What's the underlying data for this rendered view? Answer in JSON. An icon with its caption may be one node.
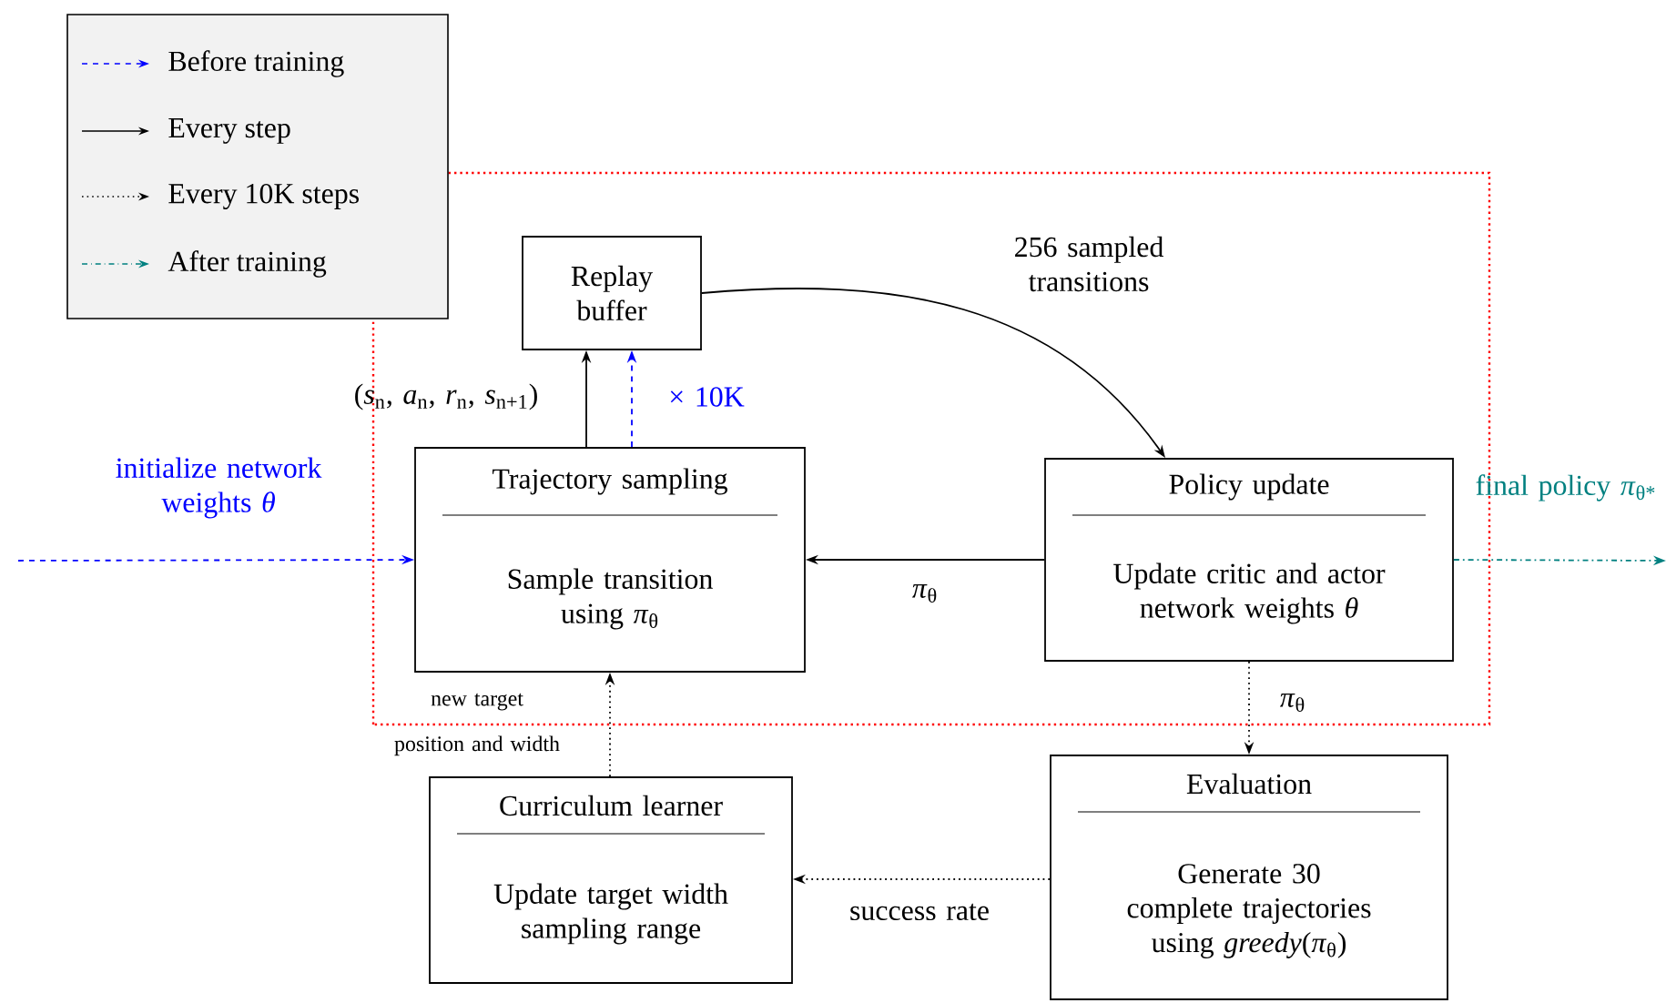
{
  "diagram": {
    "nodes": [
      {
        "text": [
          "Replay buffer"
        ]
      },
      {
        "text": [
          "Trajectory sampling",
          "Sample transition using *π*$_{θ}$"
        ]
      },
      {
        "text": [
          "Policy update",
          "Update critic and actor network weights *θ*"
        ]
      },
      {
        "text": [
          "Evaluation",
          "Generate 30 complete trajectories using *greedy*(*π*$_{θ}$)"
        ]
      },
      {
        "text": [
          "Curriculum learner",
          "Update target width sampling range"
        ]
      }
    ],
    "edges": [
      {
        "from": null,
        "to": 1,
        "arrow": "to",
        "label": "initialize network weights *θ*",
        "style": "dashed",
        "color": "#0000ff"
      },
      {
        "from": 1,
        "to": 0,
        "arrow": "to",
        "label": "(*s*$_{n}$, *a*$_{n}$, *r*$_{n}$, *s*$_{n+1}$)"
      },
      {
        "from": 1,
        "to": 0,
        "arrow": "to",
        "label": "× 10K",
        "style": "dashed",
        "color": "#0000ff"
      },
      {
        "from": 0,
        "to": 2,
        "arrow": "to",
        "label": "256 sampled transitions"
      },
      {
        "from": 2,
        "to": 1,
        "arrow": "to",
        "label": "*π*$_{θ}$"
      },
      {
        "from": 2,
        "to": null,
        "arrow": "to",
        "label": "final policy *π*$_{θ*}$",
        "style": "dashed",
        "color": "#008080"
      },
      {
        "from": 2,
        "to": 3,
        "arrow": "to",
        "label": "*π*$_{θ}$",
        "style": "dashed"
      },
      {
        "from": 3,
        "to": 4,
        "arrow": "to",
        "label": "success rate",
        "style": "dashed"
      },
      {
        "from": 4,
        "to": 1,
        "arrow": "to",
        "label": "new target position and width",
        "style": "dashed"
      }
    ],
    "legend": [
      {
        "text": "Before training"
      },
      {
        "text": "Every step"
      },
      {
        "text": "Every 10K steps"
      },
      {
        "text": "After training"
      }
    ]
  }
}
